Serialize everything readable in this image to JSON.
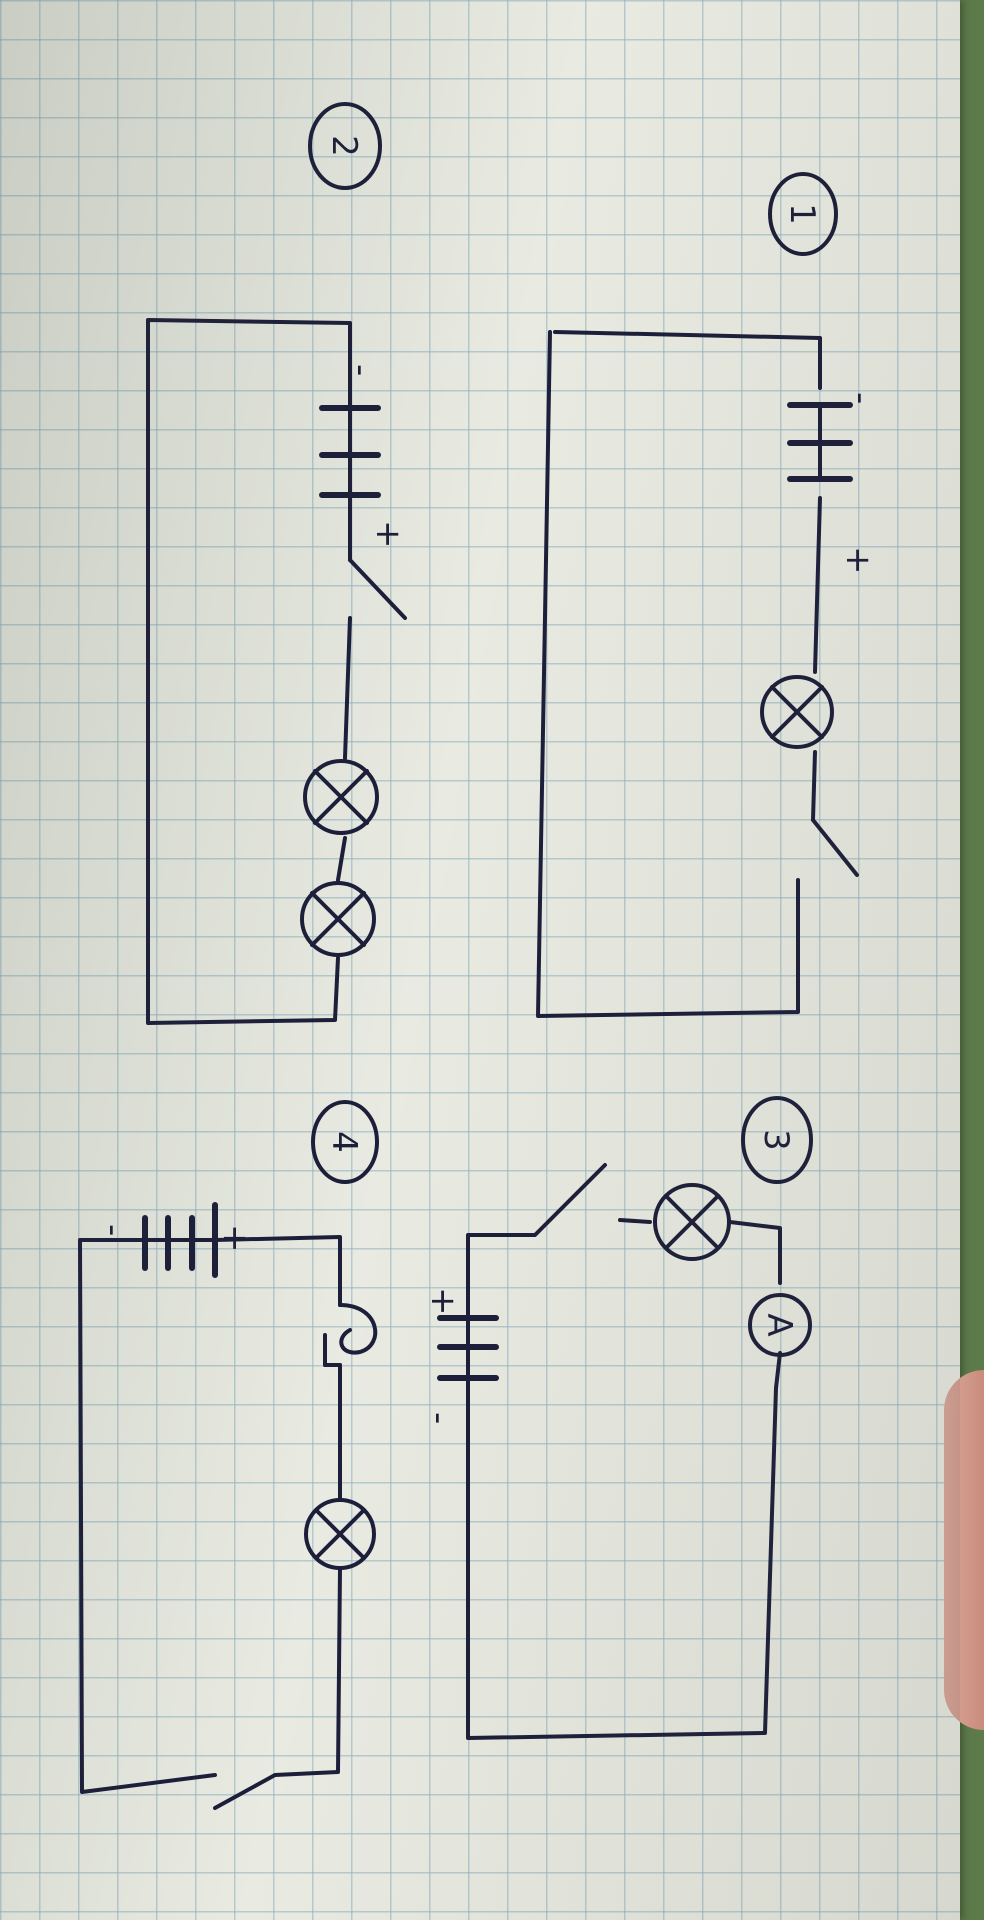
{
  "diagrams": [
    {
      "number": "1",
      "battery_minus": "-",
      "battery_plus": "+"
    },
    {
      "number": "2",
      "battery_minus": "-",
      "battery_plus": "+"
    },
    {
      "number": "3",
      "battery_minus": "-",
      "battery_plus": "+",
      "ammeter_label": "A"
    },
    {
      "number": "4",
      "battery_minus": "-",
      "battery_plus": "+"
    }
  ],
  "colors": {
    "ink": "#1c1e3a",
    "paper": "#e9ebe2",
    "grid": "#8cafbe"
  }
}
